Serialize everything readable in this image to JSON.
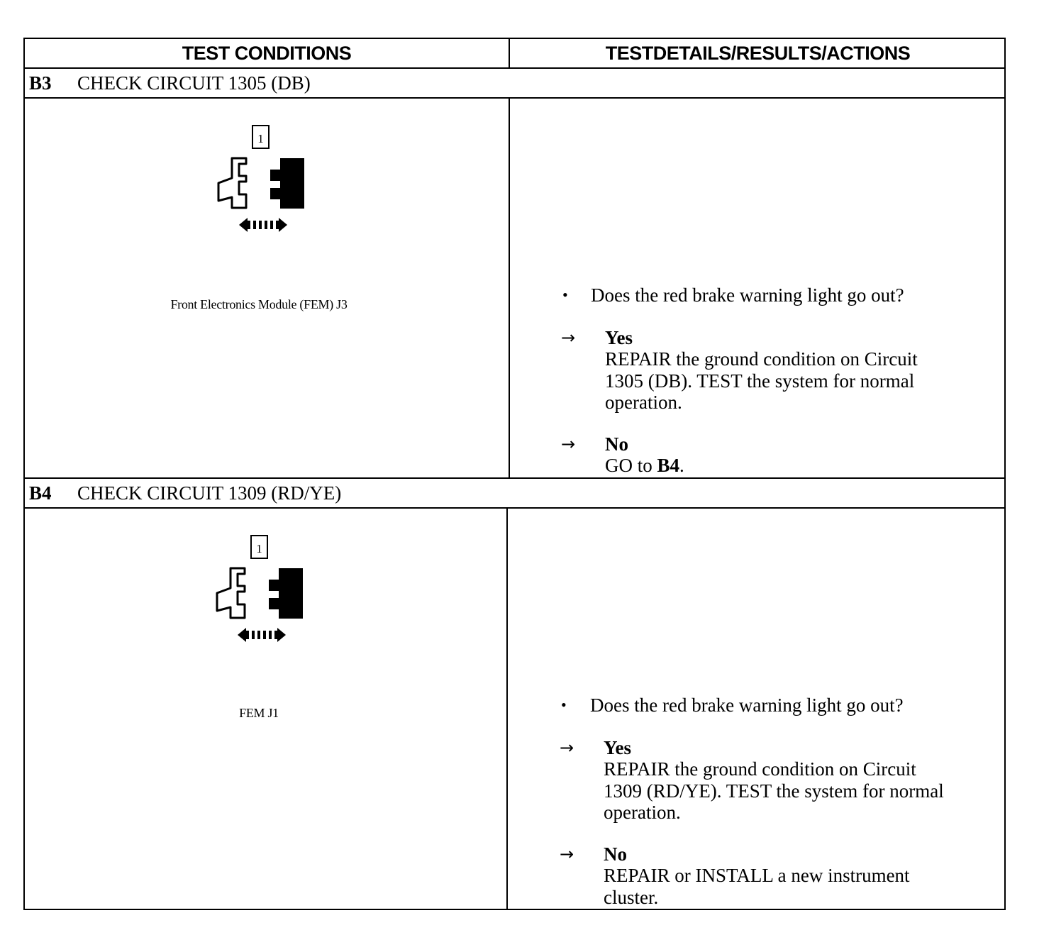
{
  "table": {
    "headers": {
      "left": "TEST CONDITIONS",
      "right": "TESTDETAILS/RESULTS/ACTIONS"
    },
    "steps": [
      {
        "id": "B3",
        "title": "CHECK CIRCUIT 1305 (DB)",
        "diagram": {
          "icon": "connector-disconnect-icon",
          "label_number": "1",
          "caption": "Front Electronics Module (FEM) J3"
        },
        "question": "Does the red brake warning light go out?",
        "yes": {
          "label": "Yes",
          "lines": [
            "REPAIR the ground condition on Circuit",
            "1305 (DB). TEST the system for normal",
            "operation."
          ]
        },
        "no": {
          "label": "No",
          "prefix": "GO to ",
          "ref": "B4",
          "suffix": "."
        }
      },
      {
        "id": "B4",
        "title": "CHECK CIRCUIT 1309 (RD/YE)",
        "diagram": {
          "icon": "connector-disconnect-icon",
          "label_number": "1",
          "caption": "FEM J1"
        },
        "question": "Does the red brake warning light go out?",
        "yes": {
          "label": "Yes",
          "lines": [
            "REPAIR the ground condition on Circuit",
            "1309 (RD/YE). TEST the system for normal",
            "operation."
          ]
        },
        "no": {
          "label": "No",
          "lines": [
            "REPAIR or INSTALL a new instrument",
            "cluster."
          ]
        }
      }
    ]
  }
}
